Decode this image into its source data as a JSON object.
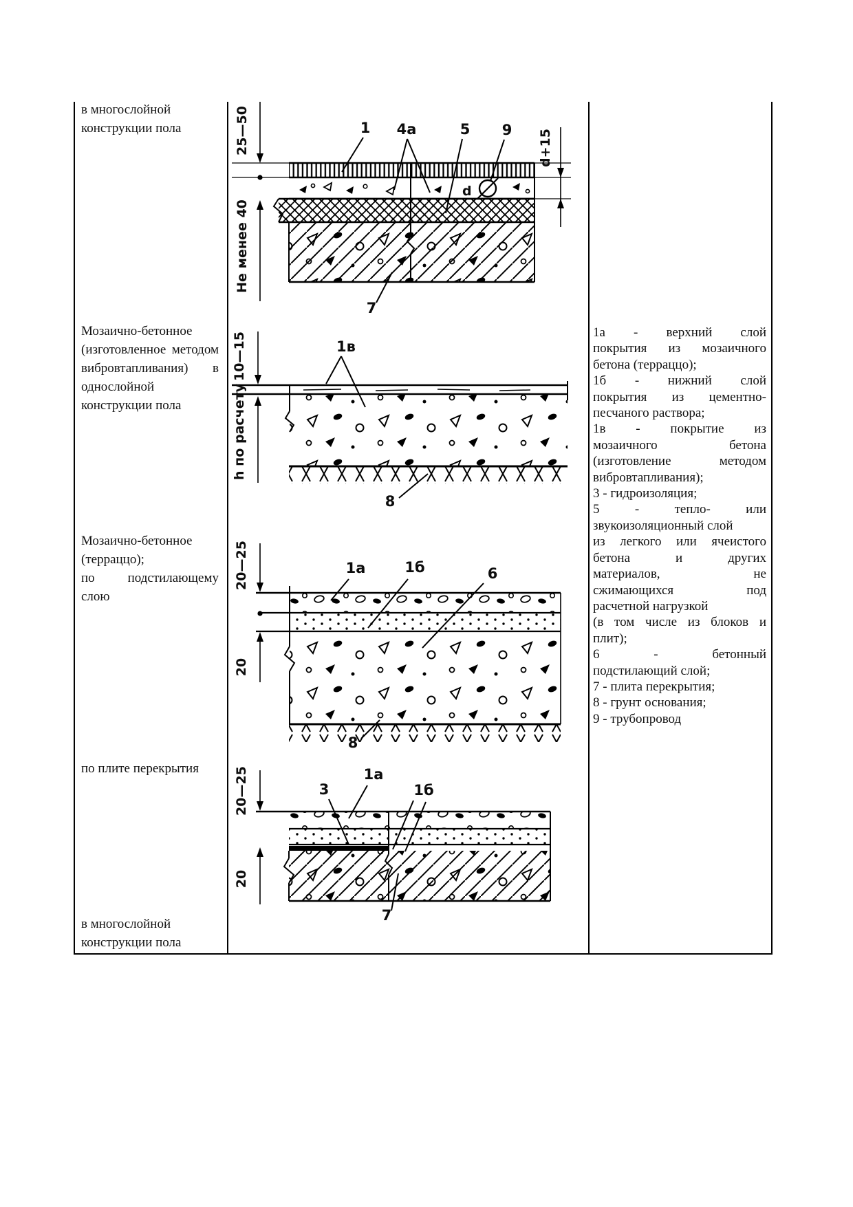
{
  "rows": [
    {
      "label": "в многослойной конструкции пола"
    },
    {
      "label": "Мозаично-бетонное (изготовленное методом вибровтапливания) в однослойной конструкции пола"
    },
    {
      "label": "Мозаично-бетонное (терраццо);",
      "label2": "по подстилающему слою"
    },
    {
      "label": "по плите перекрытия"
    },
    {
      "label": "в многослойной конструкции пола"
    }
  ],
  "legend": {
    "lines": [
      "1а - верхний слой",
      "покрытия из мозаичного",
      "бетона (терраццо);",
      "1б - нижний слой",
      "покрытия из цементно-",
      "песчаного раствора;",
      "1в - покрытие из",
      "мозаичного бетона",
      "(изготовление методом",
      "вибровтапливания);",
      "3 - гидроизоляция;",
      "5 - тепло- или",
      "звукоизоляционный слой",
      "из легкого или ячеистого",
      "бетона и других",
      "материалов, не",
      "сжимающихся под",
      "расчетной нагрузкой",
      "(в том числе из блоков и",
      "плит);",
      "6 - бетонный",
      "подстилающий слой;",
      "7 - плита перекрытия;",
      "8 - грунт основания;",
      "9 - трубопровод"
    ]
  },
  "diagram1": {
    "dim_top": "25—50",
    "dim_left": "Не менее 40",
    "dim_right": "d+15",
    "label_d": "d",
    "callout_1": "1",
    "callout_4a": "4а",
    "callout_5": "5",
    "callout_9": "9",
    "callout_7": "7"
  },
  "diagram2": {
    "dim_top": "10—15",
    "dim_left": "h по расчету",
    "callout_1v": "1в",
    "callout_8": "8"
  },
  "diagram3": {
    "dim_top": "20—25",
    "dim_left": "20",
    "callout_1a": "1а",
    "callout_1b": "1б",
    "callout_6": "6",
    "callout_8": "8"
  },
  "diagram4": {
    "dim_top": "20—25",
    "dim_left": "20",
    "callout_3": "3",
    "callout_1a": "1а",
    "callout_1b": "1б",
    "callout_7": "7"
  },
  "colors": {
    "ink": "#000000",
    "paper": "#ffffff"
  }
}
